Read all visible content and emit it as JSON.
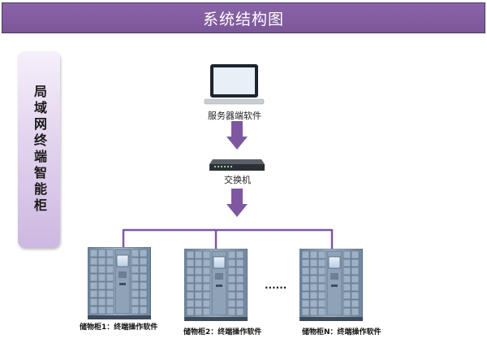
{
  "title": "系统结构图",
  "side_label": "局域网终端智能柜",
  "server_label": "服务器端软件",
  "switch_label": "交换机",
  "ellipsis": "......",
  "cabinets": [
    {
      "label": "储物柜1：终端操作软件"
    },
    {
      "label": "储物柜2：终端操作软件"
    },
    {
      "label": "储物柜N：终端操作软件"
    }
  ],
  "colors": {
    "title_bar": "#7b5699",
    "arrow": "#7d58a0",
    "connector": "#7d58a0",
    "side_panel": "#dccbea",
    "cabinet_body": "#8a9fb6"
  }
}
